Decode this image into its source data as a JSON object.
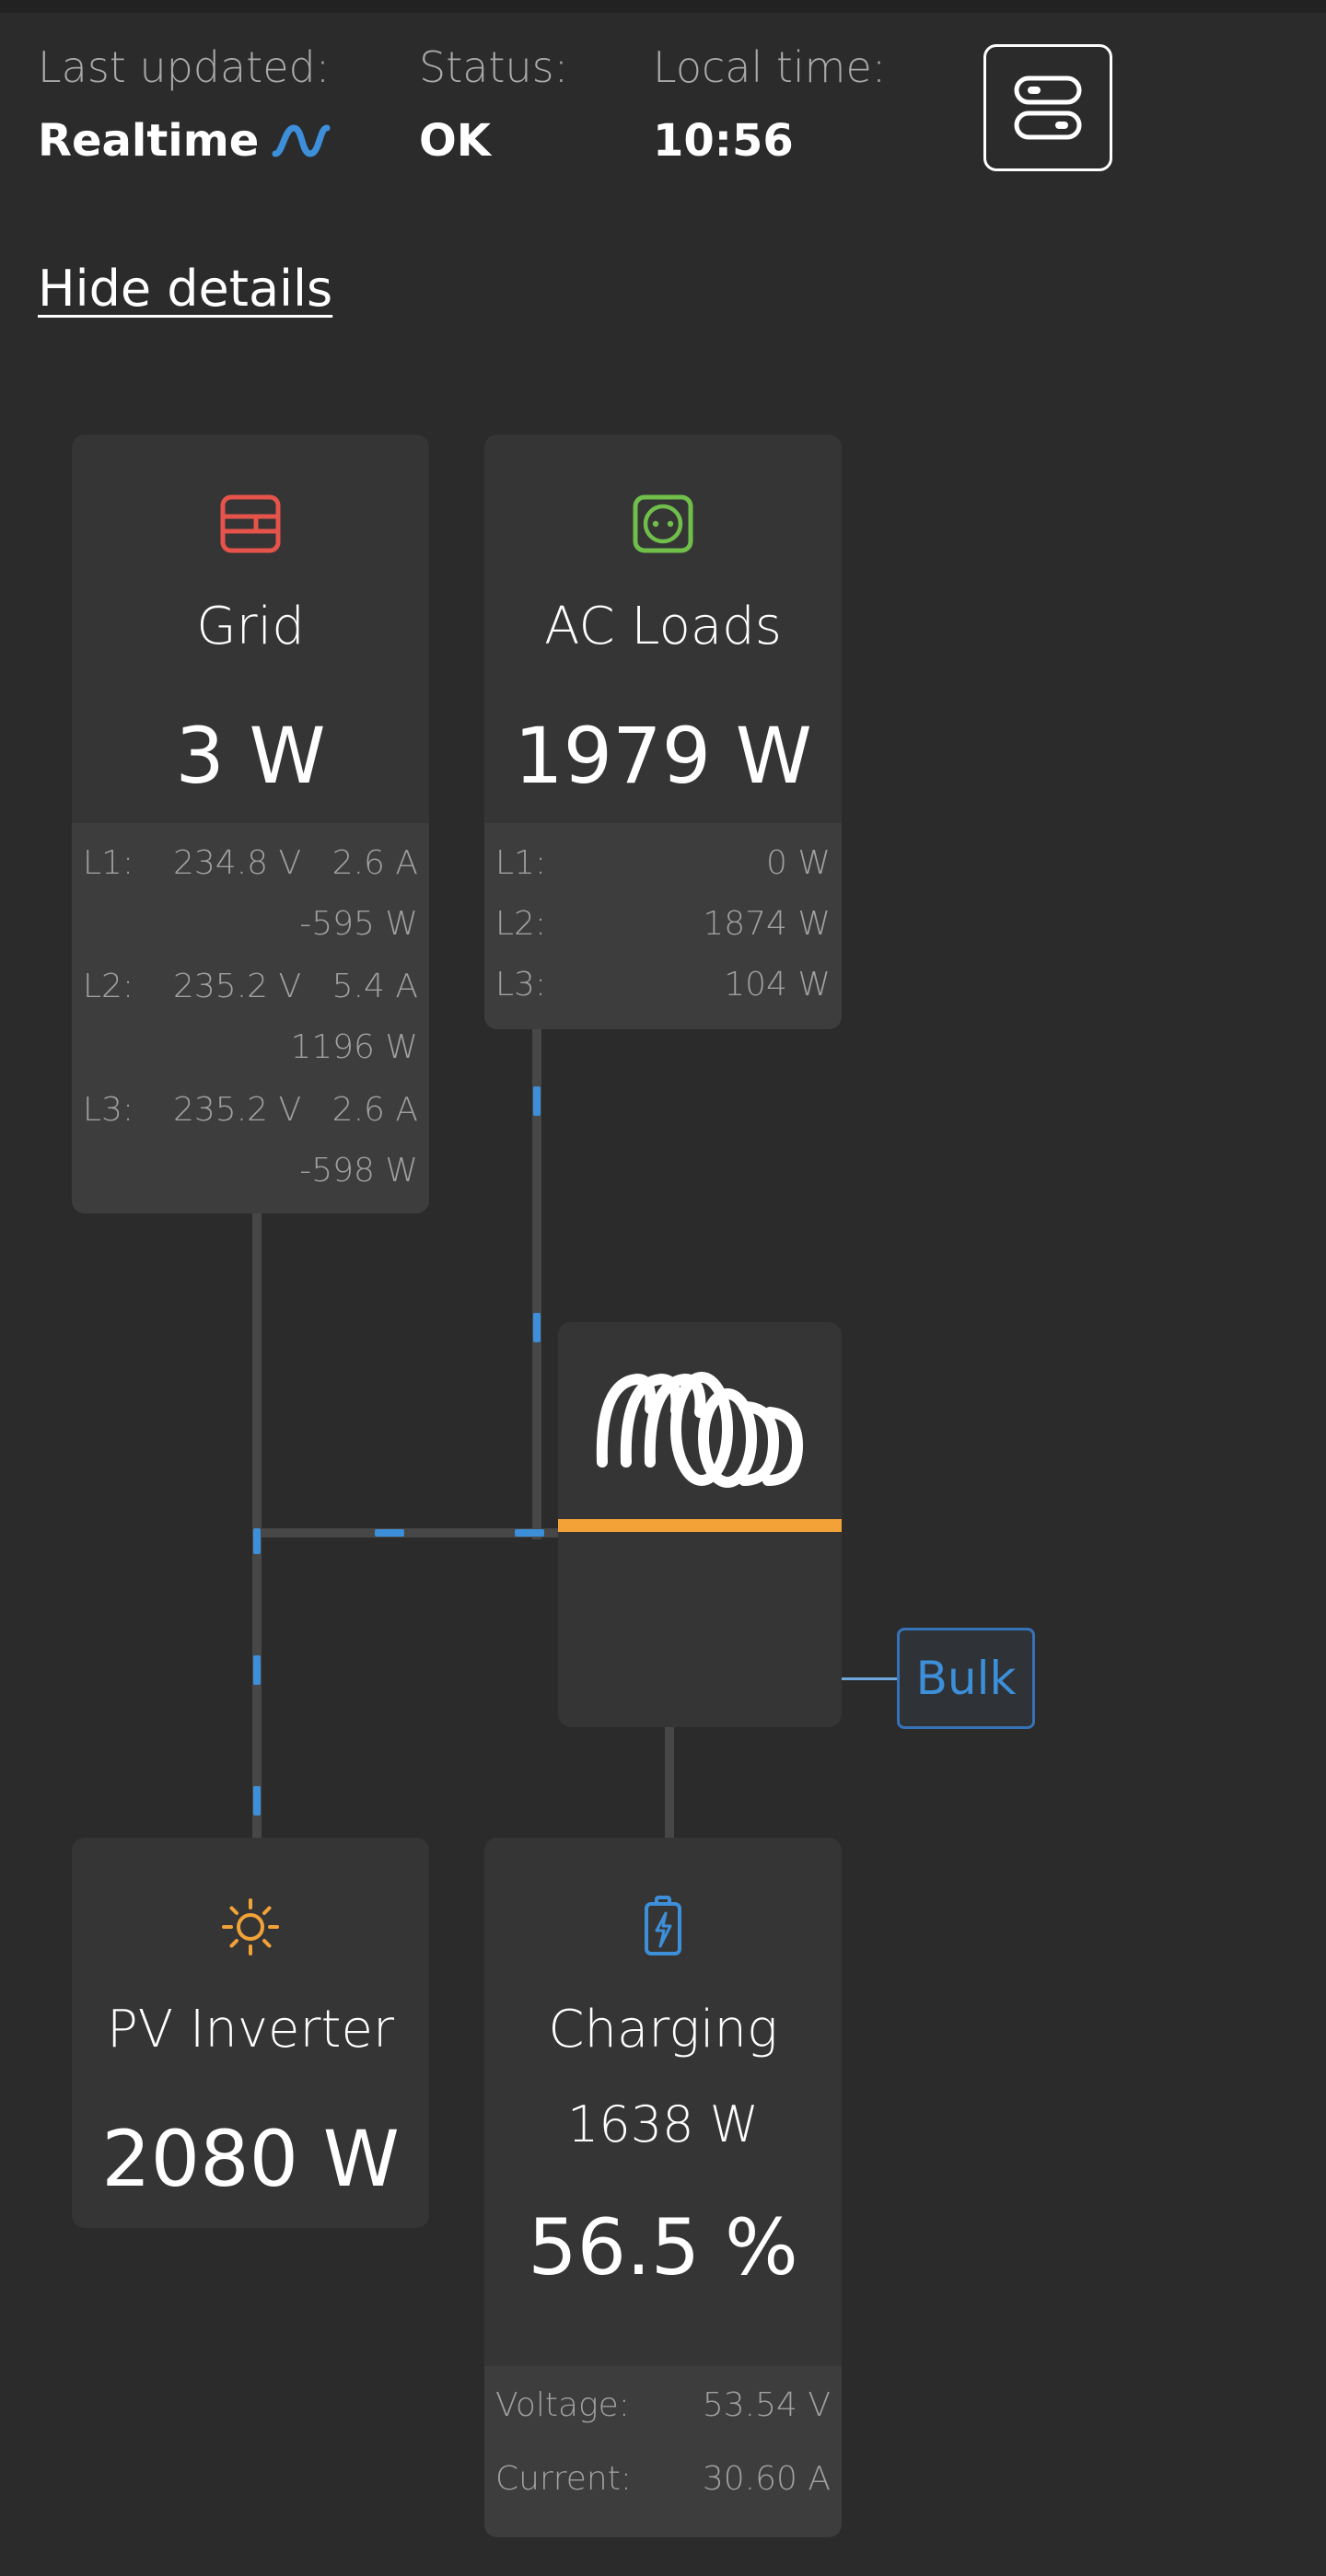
{
  "header": {
    "last_updated_label": "Last updated:",
    "last_updated_value": "Realtime",
    "status_label": "Status:",
    "status_value": "OK",
    "local_time_label": "Local time:",
    "local_time_value": "10:56"
  },
  "hide_details_link": "Hide details",
  "grid": {
    "title": "Grid",
    "power": "3 W",
    "icon": "grid-meter-icon",
    "icon_color": "#e5534b",
    "phases": [
      {
        "label": "L1:",
        "voltage": "234.8 V",
        "current": "2.6 A",
        "power": "-595 W"
      },
      {
        "label": "L2:",
        "voltage": "235.2 V",
        "current": "5.4 A",
        "power": "1196 W"
      },
      {
        "label": "L3:",
        "voltage": "235.2 V",
        "current": "2.6 A",
        "power": "-598 W"
      }
    ]
  },
  "ac_loads": {
    "title": "AC Loads",
    "power": "1979 W",
    "icon": "power-socket-icon",
    "icon_color": "#6fbf4a",
    "phases": [
      {
        "label": "L1:",
        "power": "0 W"
      },
      {
        "label": "L2:",
        "power": "1874 W"
      },
      {
        "label": "L3:",
        "power": "104 W"
      }
    ]
  },
  "inverter": {
    "logo": "victron-logo-icon",
    "state_color": "#f3a238",
    "state_badge": "Bulk"
  },
  "pv_inverter": {
    "title": "PV Inverter",
    "power": "2080 W",
    "icon": "sun-icon",
    "icon_color": "#f3a238"
  },
  "battery": {
    "state": "Charging",
    "power": "1638 W",
    "soc": "56.5 %",
    "icon": "battery-charging-icon",
    "icon_color": "#3c8fd8",
    "voltage_label": "Voltage:",
    "voltage_value": "53.54 V",
    "current_label": "Current:",
    "current_value": "30.60 A"
  },
  "colors": {
    "background": "#2b2b2b",
    "card": "#353535",
    "accent_blue": "#3c8fd8"
  }
}
